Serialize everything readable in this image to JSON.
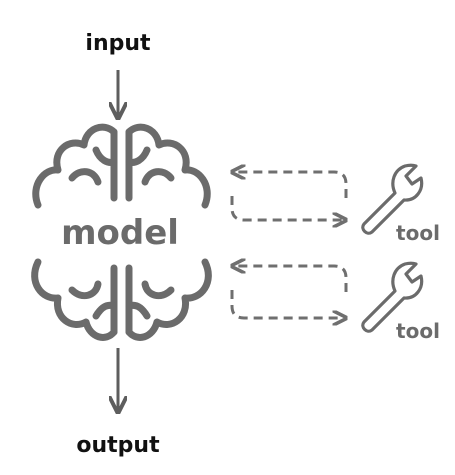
{
  "labels": {
    "input": "input",
    "output": "output",
    "model": "model",
    "tool_top": "tool",
    "tool_bottom": "tool"
  },
  "colors": {
    "label_text": "#111111",
    "diagram_gray": "#6b6b6b",
    "arrow_gray": "#5e5e5e",
    "dashed_gray": "#6f6f6f"
  },
  "icons": {
    "brain": "brain-icon",
    "wrench": "wrench-icon"
  }
}
